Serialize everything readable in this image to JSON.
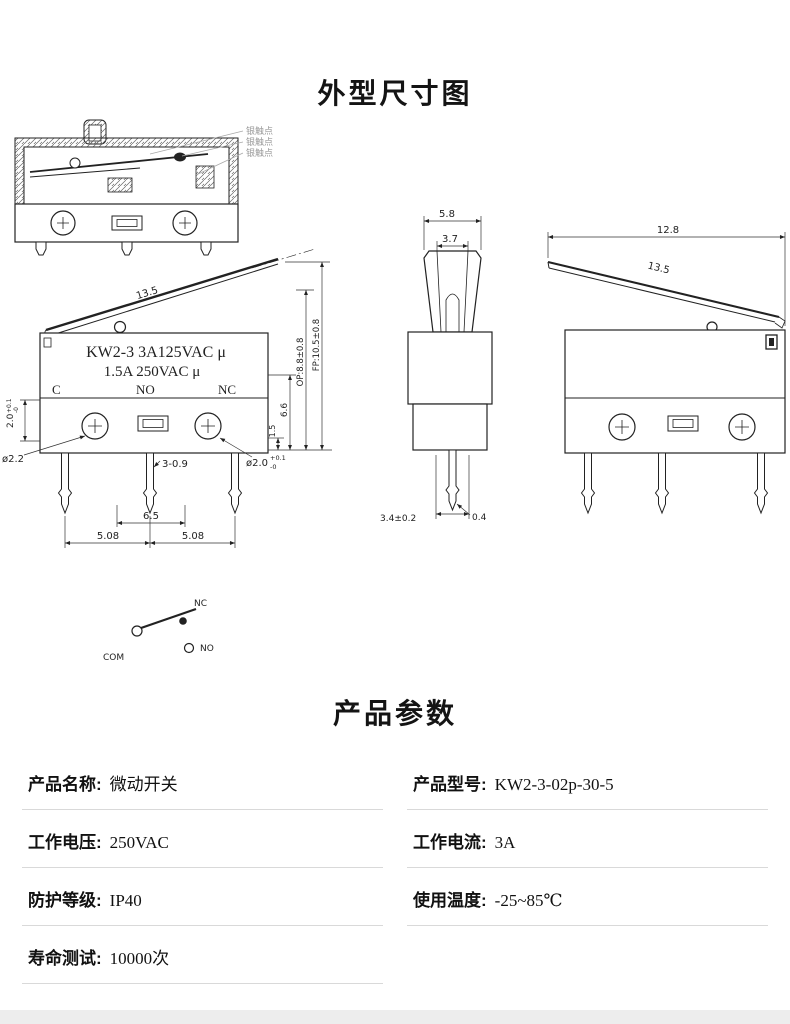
{
  "titles": {
    "dimension": "外型尺寸图",
    "params": "产品参数"
  },
  "drawing": {
    "contact_labels": [
      "银触点",
      "银触点",
      "银触点"
    ],
    "front": {
      "mark1": "KW2-3 3A125VAC μ",
      "mark2": "1.5A 250VAC μ",
      "term_c": "C",
      "term_no": "NO",
      "term_nc": "NC",
      "lever_len": "13.5",
      "h_base": "2.0",
      "h_sup": "+0.1",
      "h_sub": "-0",
      "hole_left": "ø2.2",
      "pin_width": "3-0.9",
      "hole_right": "ø2.0",
      "hole_right_sup": "+0.1",
      "hole_right_sub": "-0",
      "pitch_inner": "6.5",
      "pitch_left": "5.08",
      "pitch_right": "5.08",
      "dim_1_5": "1.5",
      "dim_6_6": "6.6",
      "op": "OP:8.8±0.8",
      "fp": "FP:10.5±0.8"
    },
    "side": {
      "top_w": "5.8",
      "plunger_w": "3.7",
      "bottom_w": "3.4±0.2",
      "pin_t": "0.4"
    },
    "right": {
      "body_w": "12.8",
      "lever_len": "13.5"
    },
    "circuit": {
      "nc": "NC",
      "no": "NO",
      "com": "COM"
    }
  },
  "params": {
    "rows": [
      {
        "c1l": "产品名称:",
        "c1v": "微动开关",
        "c2l": "产品型号:",
        "c2v": "KW2-3-02p-30-5"
      },
      {
        "c1l": "工作电压:",
        "c1v": "250VAC",
        "c2l": "工作电流:",
        "c2v": "3A"
      },
      {
        "c1l": "防护等级:",
        "c1v": "IP40",
        "c2l": "使用温度:",
        "c2v": "-25~85℃"
      },
      {
        "c1l": "寿命测试:",
        "c1v": "10000次",
        "c2l": "",
        "c2v": ""
      }
    ]
  }
}
